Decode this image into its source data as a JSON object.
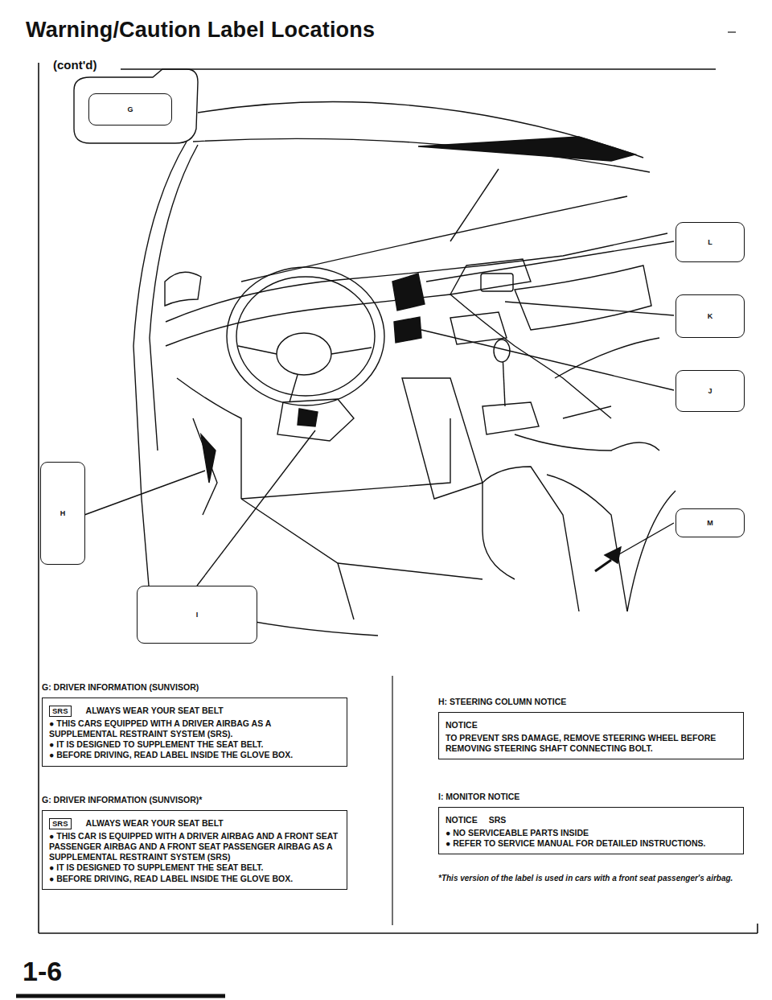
{
  "diagram": {
    "title": "Warning/Caution Label Locations",
    "nodes": [
      {
        "text": [
          "G"
        ]
      },
      {
        "text": [
          "L"
        ]
      },
      {
        "text": [
          "K"
        ]
      },
      {
        "text": [
          "J"
        ]
      },
      {
        "text": [
          "H"
        ]
      },
      {
        "text": [
          "M"
        ]
      },
      {
        "text": [
          "I"
        ]
      },
      {
        "text": [
          "G: DRIVER INFORMATION (SUNVISOR)",
          "SRS",
          "ALWAYS WEAR YOUR SEAT BELT",
          "● THIS CARS EQUIPPED WITH A DRIVER AIRBAG AS A SUPPLEMENTAL RESTRAINT SYSTEM (SRS).",
          "● IT IS DESIGNED TO SUPPLEMENT THE SEAT BELT.",
          "● BEFORE DRIVING, READ LABEL INSIDE THE GLOVE BOX."
        ]
      },
      {
        "text": [
          "G: DRIVER INFORMATION (SUNVISOR)*",
          "SRS",
          "ALWAYS WEAR YOUR SEAT BELT",
          "● THIS CAR IS EQUIPPED WITH A DRIVER AIRBAG AND A FRONT SEAT PASSENGER AIRBAG AND A FRONT SEAT PASSENGER AIRBAG AS A SUPPLEMENTAL RESTRAINT SYSTEM (SRS)",
          "● IT IS DESIGNED TO SUPPLEMENT THE SEAT BELT.",
          "● BEFORE DRIVING, READ LABEL INSIDE THE GLOVE BOX."
        ]
      },
      {
        "text": [
          "H: STEERING COLUMN NOTICE",
          "NOTICE",
          "TO PREVENT SRS DAMAGE, REMOVE STEERING WHEEL BEFORE REMOVING STEERING SHAFT CONNECTING BOLT."
        ]
      },
      {
        "text": [
          "I: MONITOR NOTICE",
          "NOTICE",
          "SRS",
          "● NO SERVICEABLE PARTS INSIDE",
          "● REFER TO SERVICE MANUAL FOR DETAILED INSTRUCTIONS."
        ]
      }
    ],
    "labels": [
      "(cont'd)",
      "*This version of the label is used in cars with a front seat passenger's airbag.",
      "1-6"
    ]
  }
}
